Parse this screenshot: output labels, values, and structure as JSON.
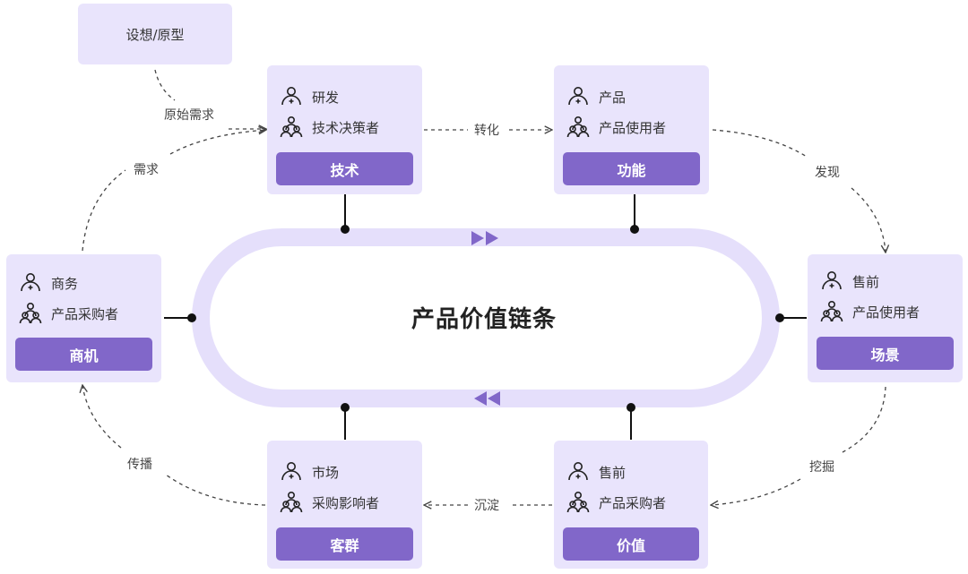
{
  "title": "产品价值链条",
  "idea_box": "设想/原型",
  "colors": {
    "card_bg": "#e9e4fc",
    "button": "#8167c9",
    "track": "#e5dffb",
    "arrow": "#8167c9"
  },
  "icons": {
    "role": "person-plus-icon",
    "group": "group-icon"
  },
  "cards": {
    "tech": {
      "role": "研发",
      "group": "技术决策者",
      "button": "技术"
    },
    "feature": {
      "role": "产品",
      "group": "产品使用者",
      "button": "功能"
    },
    "scene": {
      "role": "售前",
      "group": "产品使用者",
      "button": "场景"
    },
    "value": {
      "role": "售前",
      "group": "产品采购者",
      "button": "价值"
    },
    "audience": {
      "role": "市场",
      "group": "采购影响者",
      "button": "客群"
    },
    "biz": {
      "role": "商务",
      "group": "产品采购者",
      "button": "商机"
    }
  },
  "edges": {
    "raw_need": "原始需求",
    "need": "需求",
    "convert": "转化",
    "discover": "发现",
    "dig": "挖掘",
    "settle": "沉淀",
    "spread": "传播"
  }
}
